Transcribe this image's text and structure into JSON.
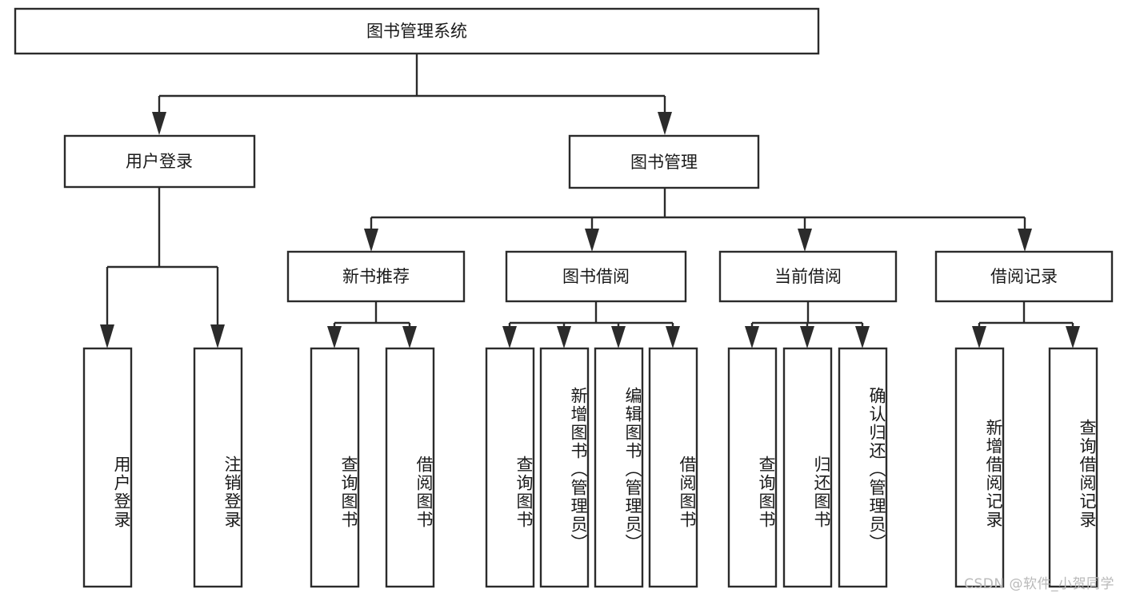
{
  "diagram": {
    "type": "tree-hierarchy",
    "title": "图书管理系统",
    "root": {
      "label": "图书管理系统",
      "level": 0
    },
    "level1": [
      {
        "id": "user-login",
        "label": "用户登录"
      },
      {
        "id": "book-manage",
        "label": "图书管理"
      }
    ],
    "level2": [
      {
        "id": "new-book-recommend",
        "label": "新书推荐",
        "parent": "book-manage"
      },
      {
        "id": "book-borrow",
        "label": "图书借阅",
        "parent": "book-manage"
      },
      {
        "id": "current-borrow",
        "label": "当前借阅",
        "parent": "book-manage"
      },
      {
        "id": "borrow-record",
        "label": "借阅记录",
        "parent": "book-manage"
      }
    ],
    "leaves": [
      {
        "id": "leaf-user-login",
        "label": "用户登录",
        "parent": "user-login"
      },
      {
        "id": "leaf-logout-login",
        "label": "注销登录",
        "parent": "user-login"
      },
      {
        "id": "leaf-query-book-1",
        "label": "查询图书",
        "parent": "new-book-recommend"
      },
      {
        "id": "leaf-borrow-book-1",
        "label": "借阅图书",
        "parent": "new-book-recommend"
      },
      {
        "id": "leaf-query-book-2",
        "label": "查询图书",
        "parent": "book-borrow"
      },
      {
        "id": "leaf-add-book",
        "label": "新增图书（管理员）",
        "parent": "book-borrow"
      },
      {
        "id": "leaf-edit-book",
        "label": "编辑图书（管理员）",
        "parent": "book-borrow"
      },
      {
        "id": "leaf-borrow-book-2",
        "label": "借阅图书",
        "parent": "book-borrow"
      },
      {
        "id": "leaf-query-book-3",
        "label": "查询图书",
        "parent": "current-borrow"
      },
      {
        "id": "leaf-return-book",
        "label": "归还图书",
        "parent": "current-borrow"
      },
      {
        "id": "leaf-confirm-return",
        "label": "确认归还（管理员）",
        "parent": "current-borrow"
      },
      {
        "id": "leaf-add-record",
        "label": "新增借阅记录",
        "parent": "borrow-record"
      },
      {
        "id": "leaf-query-record",
        "label": "查询借阅记录",
        "parent": "borrow-record"
      }
    ],
    "colors": {
      "box_stroke": "#2b2b2b",
      "box_fill": "#ffffff",
      "text": "#1a1a1a",
      "background": "#ffffff",
      "watermark": "#b9b9b9"
    }
  },
  "watermark": {
    "text": "CSDN @软件_小贺同学"
  }
}
